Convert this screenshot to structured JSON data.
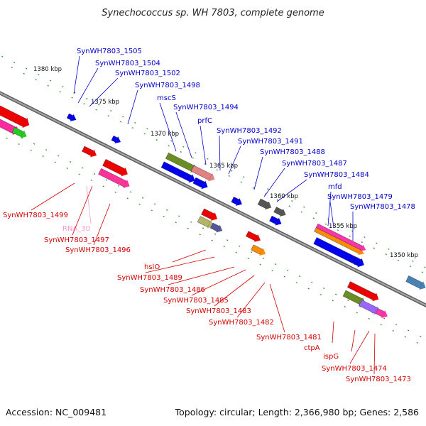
{
  "title": "Synechococcus sp. WH 7803, complete genome",
  "footer": {
    "accession": "Accession: NC_009481",
    "topology": "Topology: circular; Length: 2,366,980 bp; Genes: 2,586"
  },
  "ruler": [
    "1380 kbp",
    "1375 kbp",
    "1370 kbp",
    "1365 kbp",
    "1360 kbp",
    "1355 kbp",
    "1350 kbp"
  ],
  "colors": {
    "forward_label": "#0000cc",
    "reverse_label": "#d40000",
    "rna_label": "#ff99cc",
    "backbone": "#7a7a7a",
    "tick": "#2a8a2a"
  },
  "top_labels": [
    "SynWH7803_1505",
    "SynWH7803_1504",
    "SynWH7803_1502",
    "SynWH7803_1498",
    "mscS",
    "SynWH7803_1494",
    "prfC",
    "SynWH7803_1492",
    "SynWH7803_1491",
    "SynWH7803_1488",
    "SynWH7803_1487",
    "SynWH7803_1484",
    "mfd",
    "SynWH7803_1479",
    "SynWH7803_1478"
  ],
  "bottom_labels": [
    "SynWH7803_1499",
    "RNA_30",
    "SynWH7803_1497",
    "SynWH7803_1496",
    "hslO",
    "SynWH7803_1489",
    "SynWH7803_1486",
    "SynWH7803_1485",
    "SynWH7803_1483",
    "SynWH7803_1482",
    "SynWH7803_1481",
    "ctpA",
    "ispG",
    "SynWH7803_1474",
    "SynWH7803_1473"
  ]
}
